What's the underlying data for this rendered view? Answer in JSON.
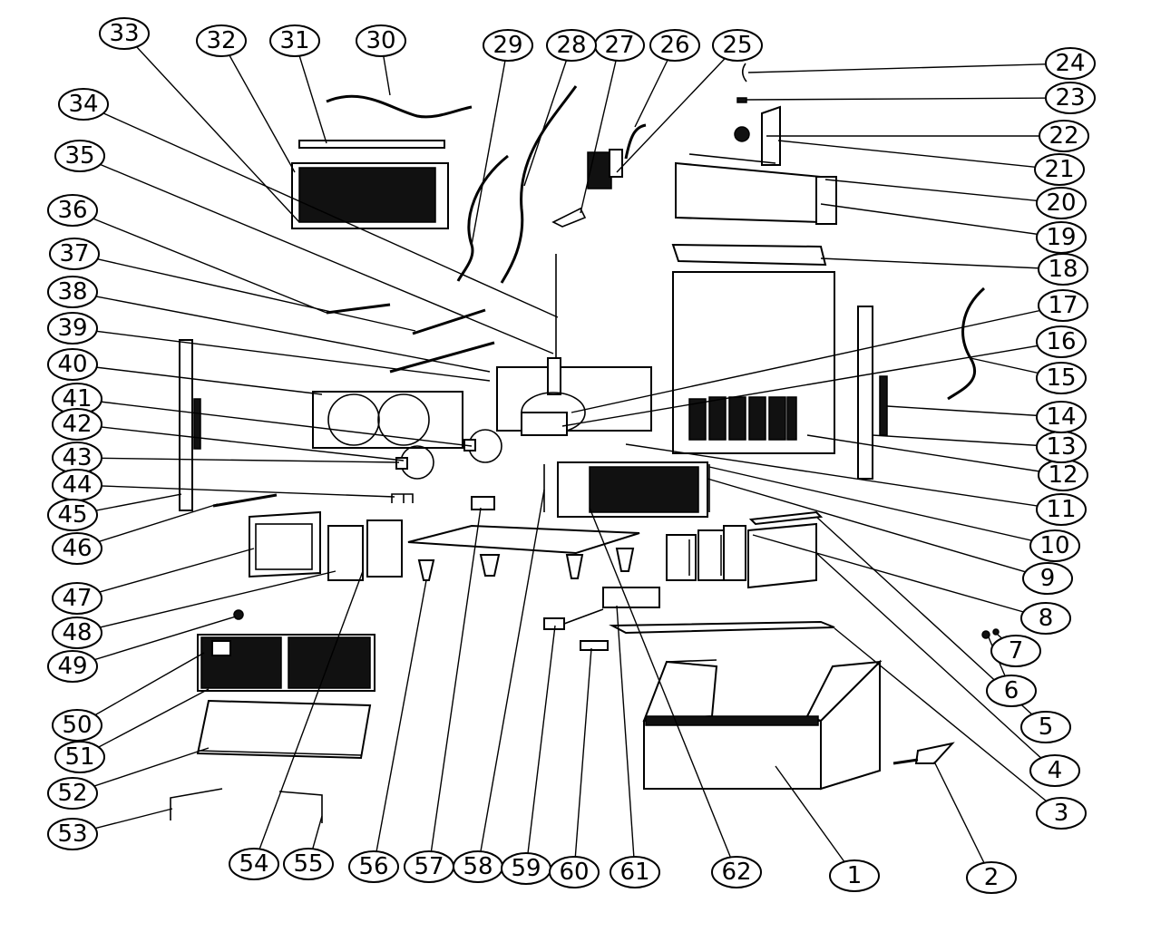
{
  "callouts": [
    {
      "label": "1"
    },
    {
      "label": "2"
    },
    {
      "label": "3"
    },
    {
      "label": "4"
    },
    {
      "label": "5"
    },
    {
      "label": "6"
    },
    {
      "label": "7"
    },
    {
      "label": "8"
    },
    {
      "label": "9"
    },
    {
      "label": "10"
    },
    {
      "label": "11"
    },
    {
      "label": "12"
    },
    {
      "label": "13"
    },
    {
      "label": "14"
    },
    {
      "label": "15"
    },
    {
      "label": "16"
    },
    {
      "label": "17"
    },
    {
      "label": "18"
    },
    {
      "label": "19"
    },
    {
      "label": "20"
    },
    {
      "label": "21"
    },
    {
      "label": "22"
    },
    {
      "label": "23"
    },
    {
      "label": "24"
    },
    {
      "label": "25"
    },
    {
      "label": "26"
    },
    {
      "label": "27"
    },
    {
      "label": "28"
    },
    {
      "label": "29"
    },
    {
      "label": "30"
    },
    {
      "label": "31"
    },
    {
      "label": "32"
    },
    {
      "label": "33"
    },
    {
      "label": "34"
    },
    {
      "label": "35"
    },
    {
      "label": "36"
    },
    {
      "label": "37"
    },
    {
      "label": "38"
    },
    {
      "label": "39"
    },
    {
      "label": "40"
    },
    {
      "label": "41"
    },
    {
      "label": "42"
    },
    {
      "label": "43"
    },
    {
      "label": "44"
    },
    {
      "label": "45"
    },
    {
      "label": "46"
    },
    {
      "label": "47"
    },
    {
      "label": "48"
    },
    {
      "label": "49"
    },
    {
      "label": "50"
    },
    {
      "label": "51"
    },
    {
      "label": "52"
    },
    {
      "label": "53"
    },
    {
      "label": "54"
    },
    {
      "label": "55"
    },
    {
      "label": "56"
    },
    {
      "label": "57"
    },
    {
      "label": "58"
    },
    {
      "label": "59"
    },
    {
      "label": "60"
    },
    {
      "label": "61"
    },
    {
      "label": "62"
    }
  ]
}
